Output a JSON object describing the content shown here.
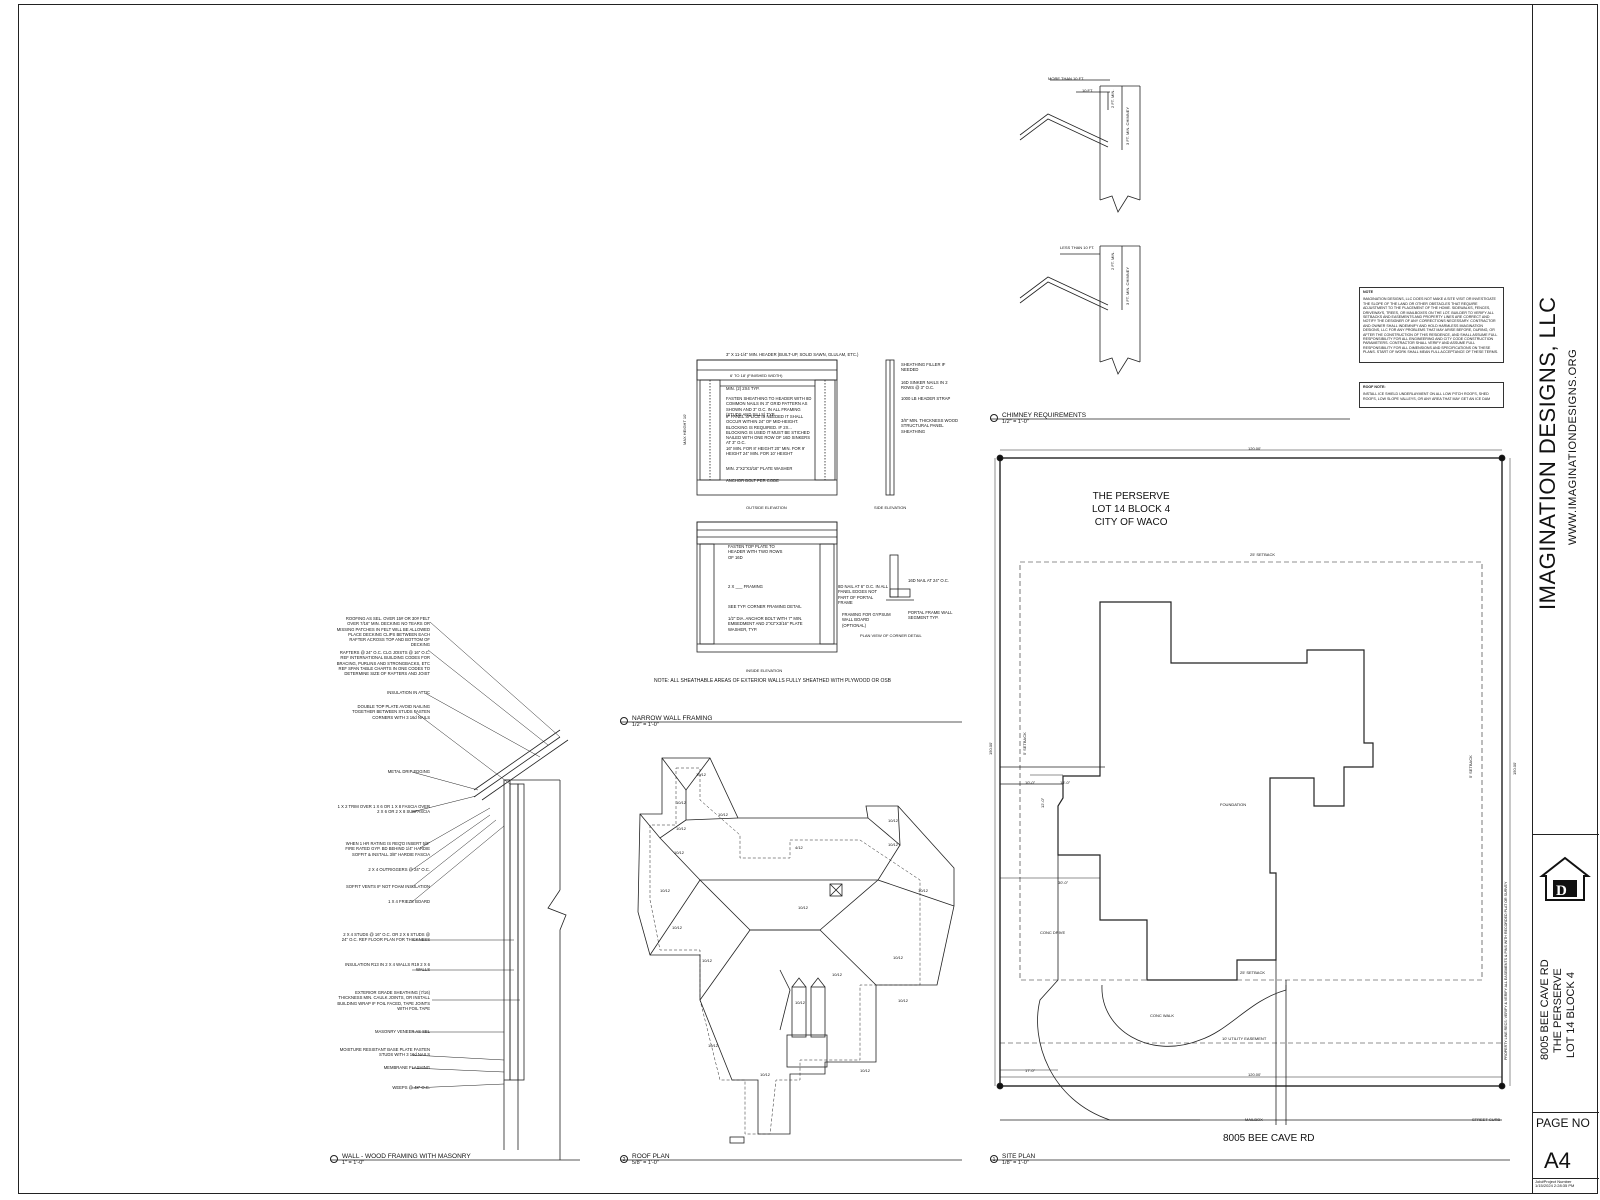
{
  "title_block": {
    "company": "IMAGINATION DESIGNS, LLC",
    "website": "WWW.IMAGINATIONDESIGNS.ORG",
    "address_lines": [
      "8005 BEE CAVE RD",
      "THE PERSERVE",
      "LOT 14 BLOCK 4"
    ],
    "page_label": "PAGE NO",
    "page_value": "A4",
    "job_label": "Job#Project Number",
    "job_date": "1/15/2024 2:28:35 PM"
  },
  "notes": {
    "note_title": "NOTE",
    "note_text": "IMAGINATION DESIGNS, LLC DOES NOT MAKE A SITE VISIT OR INVESTIGATE THE SLOPE OF THE LAND OR OTHER OBSTACLES THAT REQUIRE ADJUSTMENT TO THE PLACEMENT OF THE HOME. SIDEWALKS, FENCES, DRIVEWAYS, TREES, OR MAILBOXES ON THE LOT. BUILDER TO VERIFY ALL SETBACKS AND EASEMENTS AND PROPERTY LINES ARE CORRECT AND NOTIFY THE DESIGNER OF ANY CORRECTIONS NECESSARY. CONTRACTOR AND OWNER SHALL INDEMNIFY AND HOLD HARMLESS IMAGINATION DESIGNS, LLC FOR ANY PROBLEMS THAT MAY ARISE BEFORE, DURING, OR AFTER THE CONSTRUCTION OF THIS RESIDENCE, AND SHALL ASSUME FULL RESPONSIBILITY FOR ALL ENGINEERING AND CITY CODE CONSTRUCTION PARAMETERS. CONTRACTOR SHALL VERIFY AND ASSUME FULL RESPONSIBILITY FOR ALL DIMENSIONS AND SPECIFICATIONS ON THESE PLANS. START OF WORK SHALL MEAN FULL ACCEPTANCE OF THESE TERMS.",
    "roof_title": "ROOF NOTE:",
    "roof_text": "INSTALL ICE SHIELD UNDERLAYMENT ON ALL LOW PITCH ROOFS, SHED ROOFS, LOW SLOPE VALLEYS, OR ANY AREA THAT MAY GET AN ICE DAM"
  },
  "site_plan": {
    "lot_lines": [
      "THE PERSERVE",
      "LOT 14 BLOCK 4",
      "CITY OF WACO"
    ],
    "street": "8005 BEE CAVE RD",
    "top_dim": "120.00'",
    "bottom_dim": "120.00'",
    "left_dim": "150.00'",
    "right_dim": "150.00'",
    "front_setback": "25' SETBACK",
    "rear_setback": "25' SETBACK",
    "side_setback_left": "5' SETBACK",
    "side_setback_right": "5' SETBACK",
    "utility_easement": "10' UTILITY EASEMENT",
    "foundation": "FOUNDATION",
    "drive": "CONC DRIVE",
    "walk": "CONC WALK",
    "mailbox": "MAILBOX",
    "curb": "STREET CURB",
    "dim_10": "10'-0\"",
    "dim_15": "15'-0\"",
    "dim_30": "30'-0\"",
    "dim_12": "12'-0\"",
    "dim_17": "17'-0\"",
    "vertical_note": "PROPERTY LINE RECS: VERIFY & VERIFY ALL EASEMENTS & PINS WITH RECORDED PLAT OR SURVEY",
    "title": "SITE PLAN",
    "scale": "1/8\" = 1'-0\"",
    "number": "1"
  },
  "roof_plan": {
    "title": "ROOF PLAN",
    "scale": "5/8\" = 1'-0\"",
    "number": "2",
    "pitches": [
      "10/12",
      "10/12",
      "10/12",
      "10/12",
      "4/12",
      "10/12",
      "10/12",
      "10/12",
      "10/12",
      "10/12",
      "10/12",
      "10/12",
      "10/12",
      "10/12",
      "10/12",
      "10/12",
      "10/12",
      "10/12",
      "10/12",
      "10/12"
    ]
  },
  "wall_section": {
    "title": "WALL - WOOD FRAMING WITH MASONRY",
    "scale": "1\" = 1'-0\"",
    "callouts": [
      "ROOFING AS SEL. OVER 15# OR 30# FELT OVER 7/16\" MIN. DECKING NO TEARS OR MISSING PATCHES IN FELT WILL BE ALLOWED PLACE DECKING CLIPS BETWEEN EACH RAFTER ACROSS TOP AND BOTTOM OF DECKING",
      "RAFTERS @ 24\" O.C. CLG JOISTS @ 16\" O.C. REF INTERNATIONAL BUILDING CODES FOR BRACING, PURLINS AND STRONGBACKS, ETC REF SPAN TABLE CHARTS IN ONE CODES TO DETERMINE SIZE OF RAFTERS AND JOIST",
      "INSULATION IN ATTIC",
      "DOUBLE TOP PLATE AVOID NAILING TOGETHER BETWEEN STUDS FASTEN CORNERS WITH 3 16d NAILS",
      "METAL DRIP EDGING",
      "1 X 2 TRIM OVER 1 X 6 OR 1 X 8 FASCIA OVER 2 X 6 OR 2 X 8 SUBFASCIA",
      "WHEN 1 HR RATING IS REQ'D INSERT 5/8\" FIRE RATED GYP. BD BEHIND 1/4\" HARDIE SOFFIT & INSTALL 3/8\" HARDIE FASCIA",
      "2 X 4 OUTRIGGERS @ 24\" O.C.",
      "SOFFIT VENTS IF NOT FOAM INSULATION",
      "1 X 4 FRIEZE BOARD",
      "2 X 4 STUDS @ 16\" O.C. OR 2 X 6 STUDS @ 24\" O.C. REF FLOOR PLAN FOR THICKNESS",
      "INSULATION R13 IN 2 X 4 WALLS R19 2 X 6 WALLS",
      "EXTERIOR GRADE SHEATHING (7/16) THICKNESS MIN. CAULK JOINTS, OR INSTALL BUILDING WRAP IF FOIL FACED, TAPE JOINTS WITH FOIL TAPE",
      "MASONRY VENEER AS SEL",
      "MOISTURE RESISTANT BASE PLATE FASTEN STUDS WITH 3 16d NAILS",
      "MEMBRANE FLASHING",
      "WEEPS @ 48\" O.C."
    ]
  },
  "narrow_wall": {
    "title": "NARROW WALL FRAMING",
    "scale": "1/2\" = 1'-0\"",
    "outside_elev": "OUTSIDE ELEVATION",
    "side_elev": "SIDE ELEVATION",
    "inside_elev": "INSIDE ELEVATION",
    "plan_view": "PLAN VIEW OF CORNER DETAIL",
    "note": "NOTE:  ALL SHEATHABLE AREAS OF EXTERIOR WALLS FULLY SHEATHED WITH PLYWOOD OR OSB",
    "max_height": "MAX HEIGHT 10'",
    "finished_width": "6' TO 18' (FINISHED WIDTH)",
    "outside_callouts": [
      "3\" X 11-1/4\" MIN. HEADER (BUILT-UP, SOLID SAWN, GLULAM, ETC.)",
      "MIN. (2) 2X4 TYP.",
      "FASTEN SHEATHING TO HEADER WITH 8D COMMON NAILS IN 3\" GRID PATTERN AS SHOWN AND 3\" O.C. IN ALL FRAMING (STUDS AND SILLS) TYP.",
      "IF PANEL SPLICE IS NEEDED IT SHALL OCCUR WITHIN 24\" OF MID-HEIGHT. BLOCKING IS REQUIRED. IF 2X... BLOCKING IS USED IT MUST BE STICHED NAILED WITH ONE ROW OF 16D SINKERS AT 3\" O.C.",
      "16\" MIN. FOR 8' HEIGHT 20\" MIN. FOR 9' HEIGHT 24\" MIN. FOR 10' HEIGHT",
      "MIN. 2\"X2\"X3/16\" PLATE WASHER",
      "ANCHOR BOLT PER CODE"
    ],
    "side_callouts": [
      "SHEATHING FILLER IF NEEDED",
      "16D SINKER NAILS IN 2 ROWS @ 3\" O.C.",
      "1000 LB HEADER STRAP",
      "3/8\" MIN. THICKNESS WOOD STRUCTURAL PANEL SHEATHING"
    ],
    "inside_callouts": [
      "FASTEN TOP PLATE TO HEADER WITH TWO ROWS OF 16D",
      "2 X ___ FRAMING",
      "SEE TYP. CORNER FRAMING DETAIL",
      "1/2\" DIA. ANCHOR BOLT WITH 7\" MIN. EMBEDMENT AND 2\"X2\"X3/16\" PLATE WASHER, TYP."
    ],
    "plan_callouts": [
      "8D NAIL AT 6\" O.C. IN ALL PANEL EDGES NOT PART OF PORTAL FRAME",
      "16D NAIL AT 24\" O.C.",
      "FRAMING FOR GYPSUM WALL BOARD (OPTIONAL)",
      "PORTAL FRAME WALL SEGMENT TYP."
    ]
  },
  "chimney": {
    "title": "CHIMNEY REQUIREMENTS",
    "scale": "1/2\" = 1'-0\"",
    "more_than": "MORE THAN 10 FT.",
    "ten_ft": "10 FT.",
    "two_ft_min": "2 FT. MIN.",
    "three_ft_chimney": "3 FT. MIN. CHIMNEY",
    "less_than": "LESS THAN 10 FT.",
    "two_ft_min_b": "2 FT. MIN.",
    "three_ft_chimney_b": "3 FT. MIN. CHIMNEY"
  }
}
